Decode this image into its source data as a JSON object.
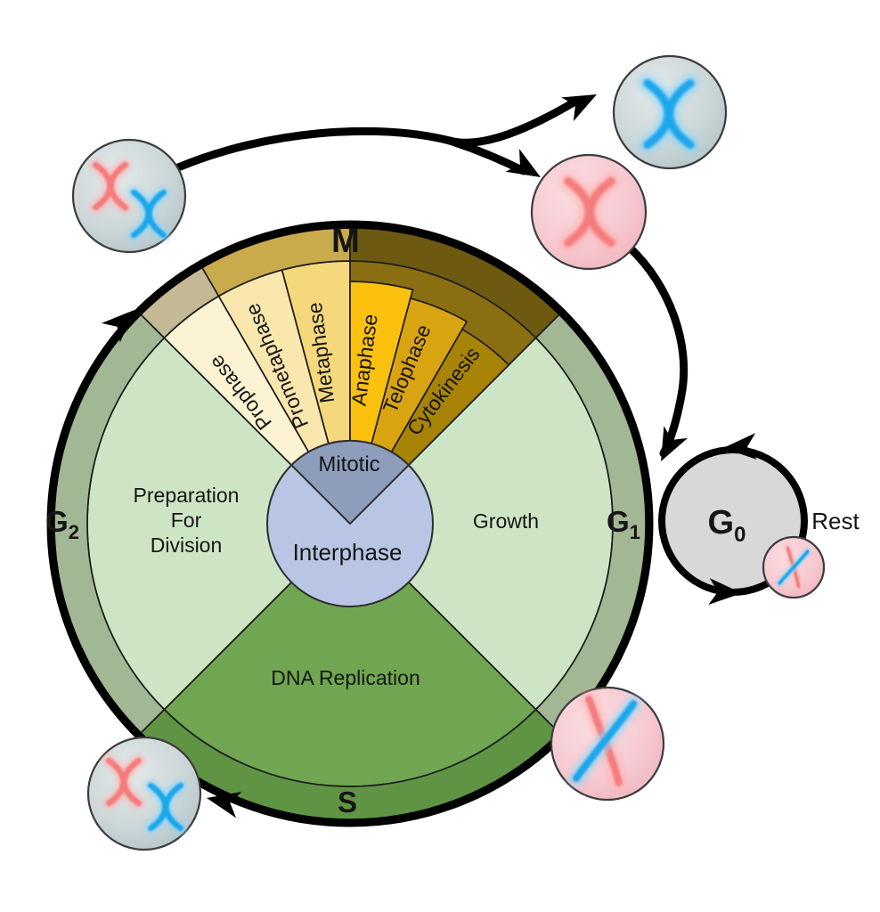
{
  "center": {
    "mitotic": "Mitotic",
    "interphase": "Interphase"
  },
  "sectors": {
    "growth": "Growth",
    "dna_replication": "DNA Replication",
    "preparation_line1": "Preparation",
    "preparation_line2": "For",
    "preparation_line3": "Division"
  },
  "ring": {
    "m": "M",
    "s": "S",
    "g1_letter": "G",
    "g1_sub": "1",
    "g2_letter": "G",
    "g2_sub": "2"
  },
  "m_phases": [
    {
      "label": "Prophase",
      "color": "#fcf3d2"
    },
    {
      "label": "Prometaphase",
      "color": "#fae7ae"
    },
    {
      "label": "Metaphase",
      "color": "#f6d87c"
    },
    {
      "label": "Anaphase",
      "color": "#fcc00f"
    },
    {
      "label": "Telophase",
      "color": "#d8a411"
    },
    {
      "label": "Cytokinesis",
      "color": "#a78306"
    }
  ],
  "g0": {
    "letter": "G",
    "sub": "0",
    "rest": "Rest"
  },
  "colors": {
    "interphase_fill": "#b8c5e4",
    "mitotic_fill": "#8d9dbb",
    "growth_fill": "#cde5c4",
    "s_sector_fill": "#70a652",
    "ring_green": "#a2b794",
    "ring_s_green": "#5e9444",
    "m_ring_tan": "#c4b995",
    "m_ring_gold": "#c9ab4c",
    "m_ring_dark": "#6d5910",
    "g0_fill": "#d8d8d8",
    "chromosome_pink": "#f57c7c",
    "chromosome_blue": "#1ca6ec"
  }
}
